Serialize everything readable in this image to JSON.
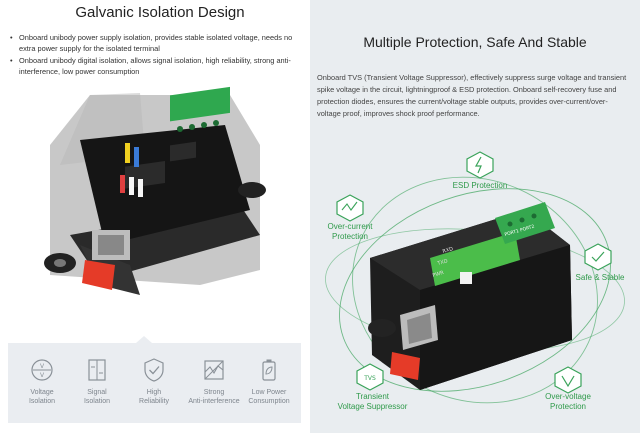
{
  "left": {
    "title": "Galvanic Isolation Design",
    "bullets": [
      "Onboard unibody power supply isolation, provides stable isolated voltage, needs no extra power supply for the isolated terminal",
      "Onboard unibody digital isolation, allows signal isolation, high reliability, strong anti-interference, low power consumption"
    ],
    "features": [
      {
        "icon": "voltage-isolation-icon",
        "label_line1": "Voltage",
        "label_line2": "Isolation"
      },
      {
        "icon": "signal-isolation-icon",
        "label_line1": "Signal",
        "label_line2": "Isolation"
      },
      {
        "icon": "shield-check-icon",
        "label_line1": "High",
        "label_line2": "Reliability"
      },
      {
        "icon": "anti-interference-icon",
        "label_line1": "Strong",
        "label_line2": "Anti-interference"
      },
      {
        "icon": "battery-leaf-icon",
        "label_line1": "Low Power",
        "label_line2": "Consumption"
      }
    ]
  },
  "right": {
    "title": "Multiple Protection, Safe And Stable",
    "description": "Onboard TVS (Transient Voltage Suppressor), effectively suppress surge voltage and transient spike voltage in the circuit, lightningproof & ESD protection. Onboard self-recovery fuse and protection diodes, ensures the current/voltage stable outputs, provides over-current/over-voltage proof, improves shock proof performance.",
    "protections": [
      {
        "icon": "esd-icon",
        "label_line1": "ESD Protection",
        "label_line2": ""
      },
      {
        "icon": "overcurrent-icon",
        "label_line1": "Over-current",
        "label_line2": "Protection"
      },
      {
        "icon": "shield-check-icon",
        "label_line1": "Safe & Stable",
        "label_line2": ""
      },
      {
        "icon": "tvs-icon",
        "label_line1": "Transient",
        "label_line2": "Voltage Suppressor"
      },
      {
        "icon": "overvoltage-icon",
        "label_line1": "Over-voltage",
        "label_line2": "Protection"
      }
    ],
    "tvs_icon_text": "TVS",
    "device_labels": {
      "port": "PORT1 PORT2",
      "rxd": "RXD",
      "txd": "TXD",
      "pwr": "PWR"
    }
  },
  "colors": {
    "accent": "#2f9a4a",
    "feature_gray": "#7e858d",
    "panel_bg": "#e9edf0"
  }
}
